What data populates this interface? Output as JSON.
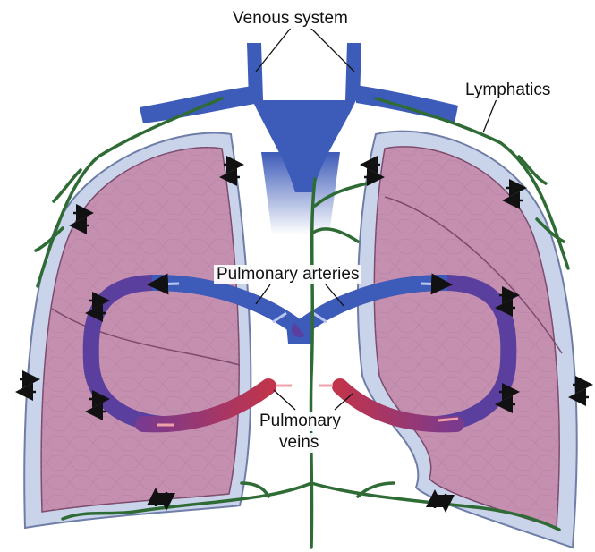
{
  "labels": {
    "venous_system": "Venous system",
    "lymphatics": "Lymphatics",
    "pulmonary_arteries": "Pulmonary arteries",
    "pulmonary_veins_line1": "Pulmonary",
    "pulmonary_veins_line2": "veins"
  },
  "colors": {
    "pleura": "#c9d3ea",
    "pleura_edge": "#6f7ea8",
    "lung": "#c58fb0",
    "lung_edge": "#7c4a6b",
    "vein_blue": "#3d5bb8",
    "artery_purple": "#6a3f9c",
    "pulmonary_vein_red": "#b8324f",
    "lymphatic_green": "#2f6b35",
    "arrow": "#111111"
  },
  "icons": [
    "flow-arrow-icon",
    "fluid-exchange-arrow-icon"
  ]
}
